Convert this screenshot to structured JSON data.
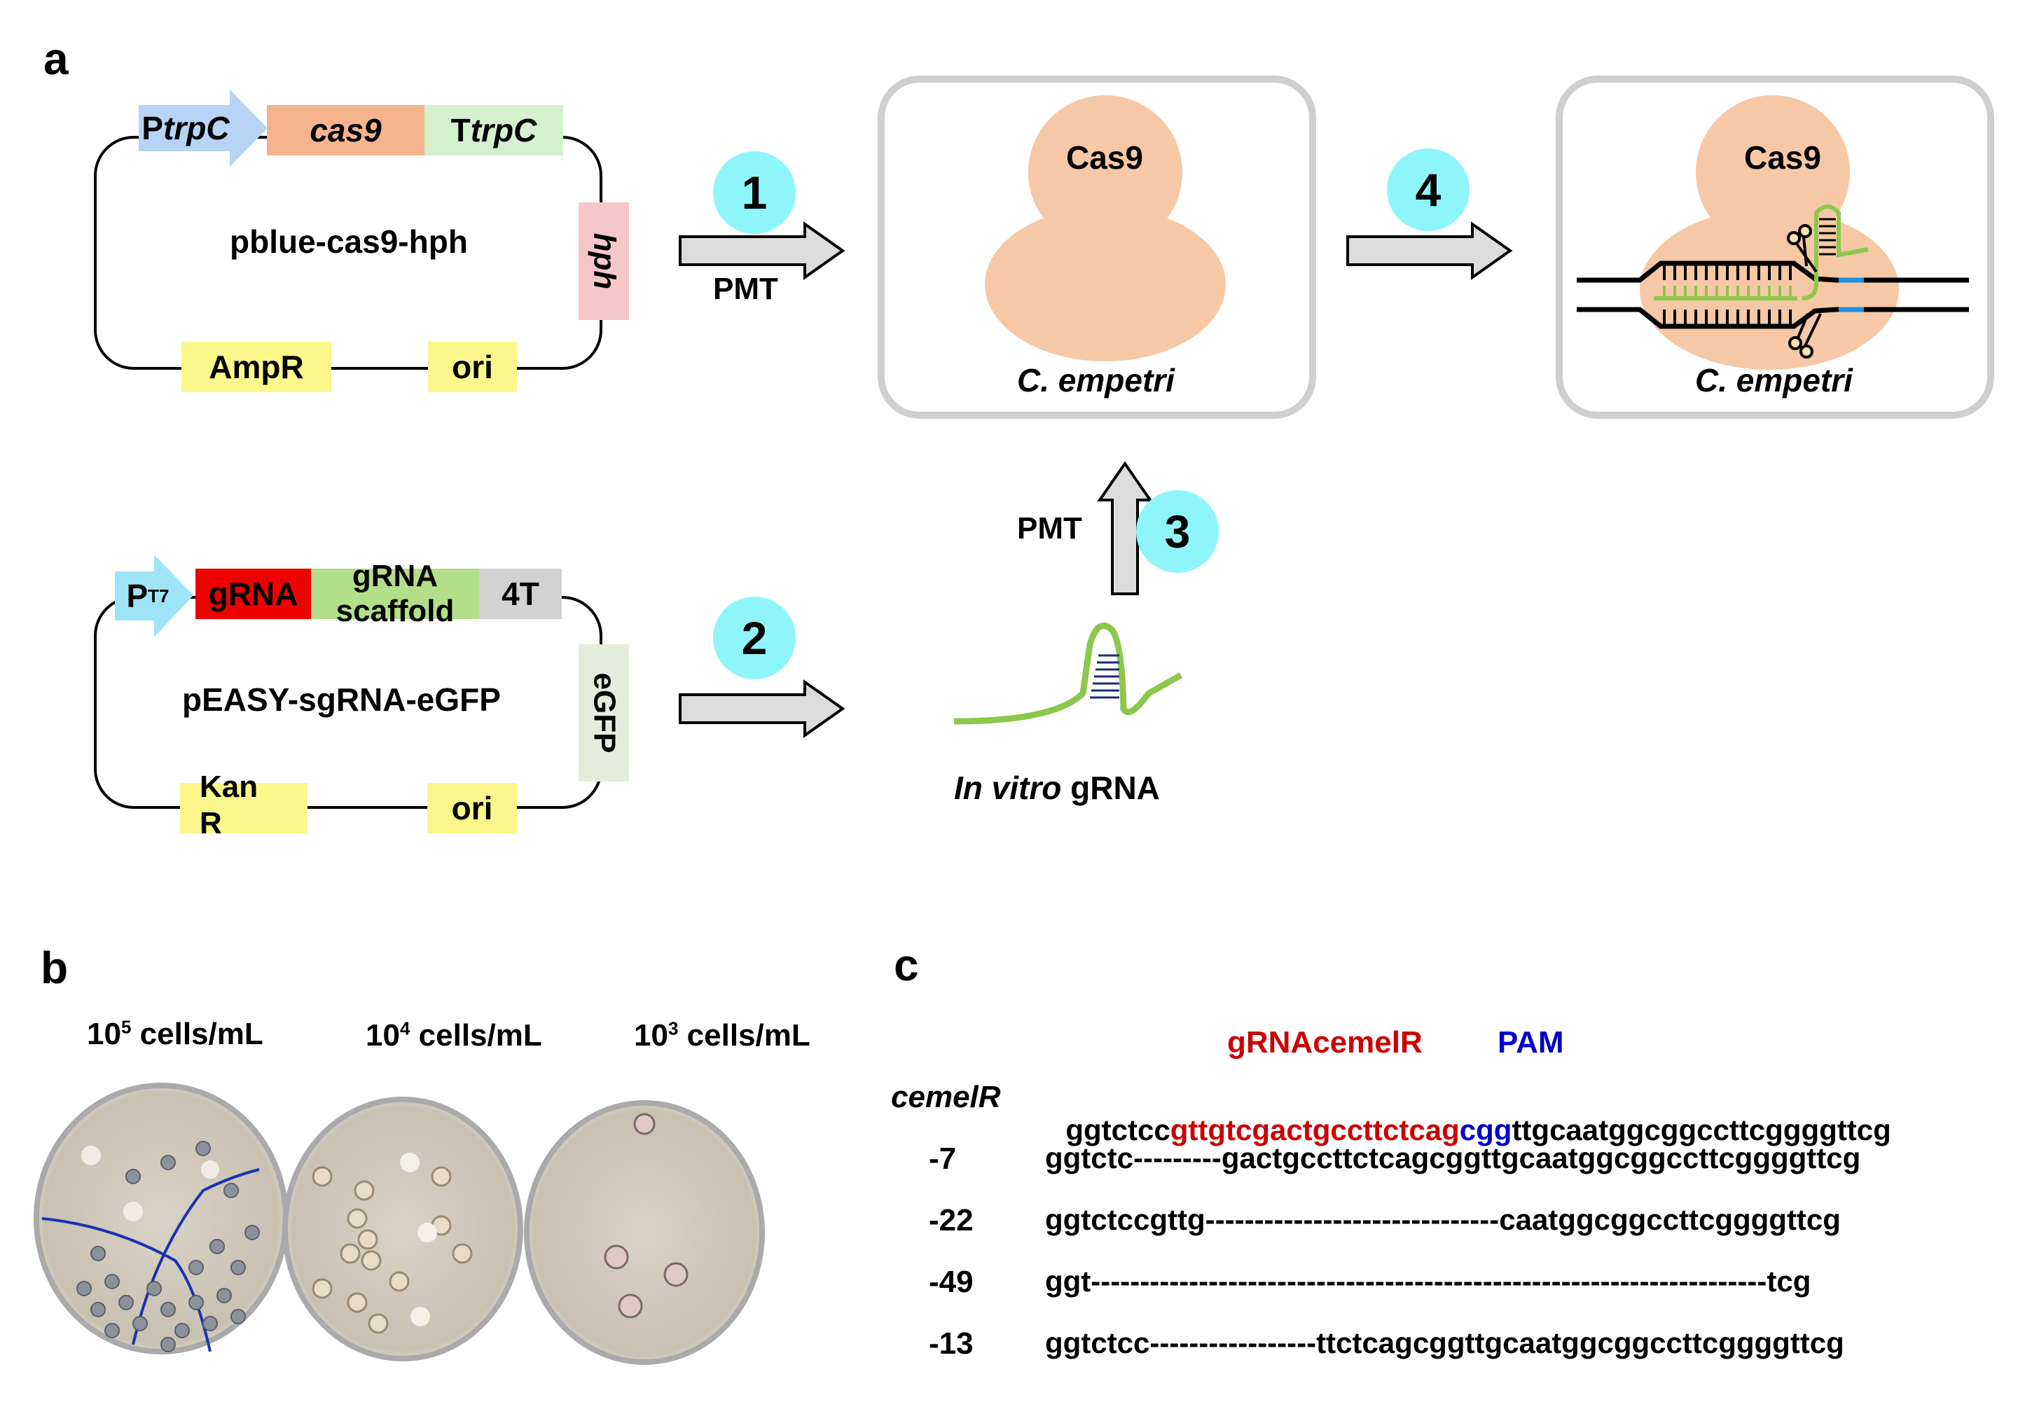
{
  "colors": {
    "promoter_blue": "#b7d4f7",
    "promoter_t7": "#9fe3f7",
    "cas9_orange": "#f5b48e",
    "terminator_green": "#d4f0cf",
    "hph_pink": "#f5c7c9",
    "marker_yellow": "#fbf78b",
    "grna_red": "#ee0000",
    "scaffold_green": "#b3de8a",
    "fourT_grey": "#d2d2d2",
    "egfp_pale": "#e4ecdc",
    "step_cyan": "#8ef6fa",
    "cas9_body": "#f6c8a6",
    "rna_green": "#8cc84b",
    "seq_red": "#cc0000",
    "seq_blue": "#0000cc",
    "pam_blue_segment": "#1a90e0"
  },
  "panel_a": {
    "label": "a",
    "plasmid1": {
      "name": "pblue-cas9-hph",
      "promoter": {
        "prefix": "P",
        "italic": "trpC"
      },
      "gene": "cas9",
      "terminator": {
        "prefix": "T",
        "italic": "trpC"
      },
      "selection": "hph",
      "marker": "AmpR",
      "origin": "ori"
    },
    "plasmid2": {
      "name": "pEASY-sgRNA-eGFP",
      "promoter": {
        "prefix": "P",
        "sub": "T7"
      },
      "grna": "gRNA",
      "scaffold": "gRNA scaffold",
      "terminator": "4T",
      "reporter": "eGFP",
      "marker_line1": "Kan",
      "marker_line2": "R",
      "origin": "ori"
    },
    "steps": [
      {
        "number": "1",
        "method": "PMT"
      },
      {
        "number": "2",
        "method": ""
      },
      {
        "number": "3",
        "method": "PMT"
      },
      {
        "number": "4",
        "method": ""
      }
    ],
    "cell1": {
      "protein": "Cas9",
      "organism": "C. empetri"
    },
    "cell2": {
      "protein": "Cas9",
      "organism": "C. empetri"
    },
    "invitro": {
      "italic": "In vitro",
      "rest": " gRNA"
    }
  },
  "panel_b": {
    "label": "b",
    "plates": [
      {
        "base": "10",
        "exp": "5",
        "unit": " cells/mL"
      },
      {
        "base": "10",
        "exp": "4",
        "unit": " cells/mL"
      },
      {
        "base": "10",
        "exp": "3",
        "unit": " cells/mL"
      }
    ]
  },
  "panel_c": {
    "label": "c",
    "header_grna": "gRNAcemelR",
    "header_pam": "PAM",
    "reference": {
      "name": "cemelR",
      "prefix": "ggtctcc",
      "guide": "gttgtcgactgccttctcag",
      "pam": "cgg",
      "suffix": "ttgcaatggcggccttcggggttcg"
    },
    "mutants": [
      {
        "label": "-7",
        "sequence": "ggtctc---------gactgccttctcagcggttgcaatggcggccttcggggttcg"
      },
      {
        "label": "-22",
        "sequence": "ggtctccgttg------------------------------caatggcggccttcggggttcg"
      },
      {
        "label": "-49",
        "sequence": "ggt---------------------------------------------------------------------tcg"
      },
      {
        "label": "-13",
        "sequence": "ggtctcc-----------------ttctcagcggttgcaatggcggccttcggggttcg"
      }
    ]
  }
}
